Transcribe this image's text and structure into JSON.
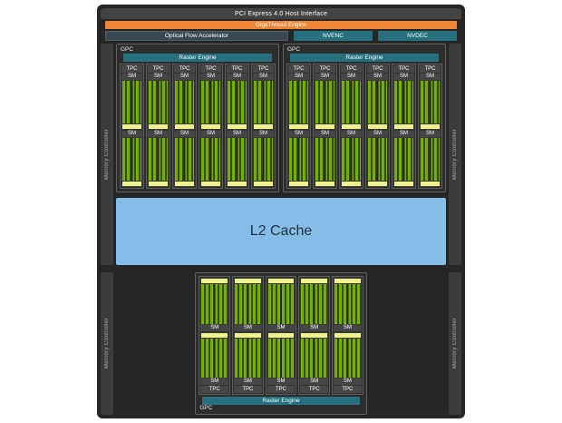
{
  "diagram": {
    "pci_bar": "PCI Express 4.0 Host Interface",
    "gigathread": "GigaThread Engine",
    "engines": {
      "ofa": "Optical Flow Accelerator",
      "nvenc": "NVENC",
      "nvdec": "NVDEC"
    },
    "labels": {
      "gpc": "GPC",
      "raster": "Raster Engine",
      "tpc": "TPC",
      "sm": "SM",
      "memory": "Memory Controller",
      "l2": "L2 Cache"
    },
    "gpcs": [
      {
        "id": "gpc-top-left",
        "tpcs": 6,
        "sms_per_tpc": 2,
        "flipped": false,
        "row": "top"
      },
      {
        "id": "gpc-top-right",
        "tpcs": 6,
        "sms_per_tpc": 2,
        "flipped": false,
        "row": "top"
      },
      {
        "id": "gpc-bottom",
        "tpcs": 5,
        "sms_per_tpc": 2,
        "flipped": true,
        "row": "bottom"
      }
    ],
    "colors": {
      "die_background": "#262626",
      "accent_orange": "#ee8636",
      "teal": "#26707f",
      "core_green": "#74b000",
      "cache_yellow": "#eef18d",
      "l2_blue": "#85bde9"
    }
  }
}
